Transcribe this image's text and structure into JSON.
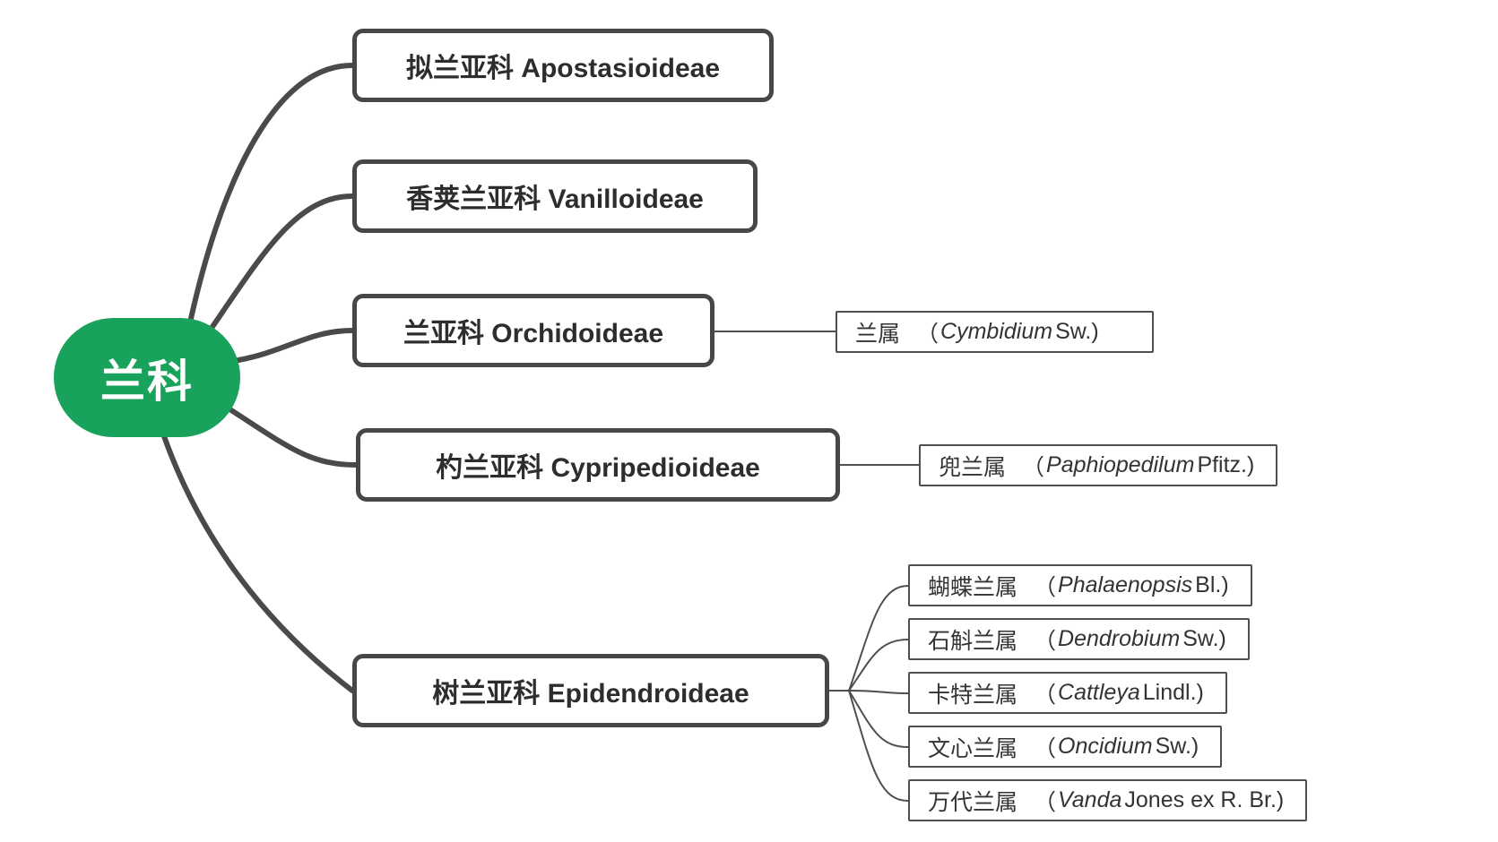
{
  "root": {
    "label": "兰科"
  },
  "subfamilies": [
    {
      "label": "拟兰亚科 Apostasioideae"
    },
    {
      "label": "香荚兰亚科 Vanilloideae"
    },
    {
      "label": "兰亚科 Orchidoideae"
    },
    {
      "label": "杓兰亚科 Cypripedioideae"
    },
    {
      "label": "树兰亚科 Epidendroideae"
    }
  ],
  "genera": [
    {
      "cn": "兰属",
      "open": "（",
      "latin": "Cymbidium",
      "rest": " Sw.)",
      "parent": "兰亚科 Orchidoideae"
    },
    {
      "cn": "兜兰属",
      "open": "（",
      "latin": "Paphiopedilum",
      "rest": " Pfitz.)",
      "parent": "杓兰亚科 Cypripedioideae"
    },
    {
      "cn": "蝴蝶兰属",
      "open": "（",
      "latin": "Phalaenopsis",
      "rest": " Bl.)",
      "parent": "树兰亚科 Epidendroideae"
    },
    {
      "cn": "石斛兰属",
      "open": "（",
      "latin": "Dendrobium",
      "rest": " Sw.)",
      "parent": "树兰亚科 Epidendroideae"
    },
    {
      "cn": "卡特兰属",
      "open": "（",
      "latin": "Cattleya",
      "rest": " Lindl.)",
      "parent": "树兰亚科 Epidendroideae"
    },
    {
      "cn": "文心兰属",
      "open": "（",
      "latin": "Oncidium",
      "rest": " Sw.)",
      "parent": "树兰亚科 Epidendroideae"
    },
    {
      "cn": "万代兰属",
      "open": "（",
      "latin": "Vanda",
      "rest": " Jones ex R. Br.)",
      "parent": "树兰亚科 Epidendroideae"
    }
  ],
  "colors": {
    "root_fill": "#19a25c",
    "root_text": "#ffffff",
    "branch_line": "#4a4a4a",
    "subfamily_border": "#474747",
    "genus_border": "#4f4f4f",
    "text": "#2d2d2d"
  }
}
